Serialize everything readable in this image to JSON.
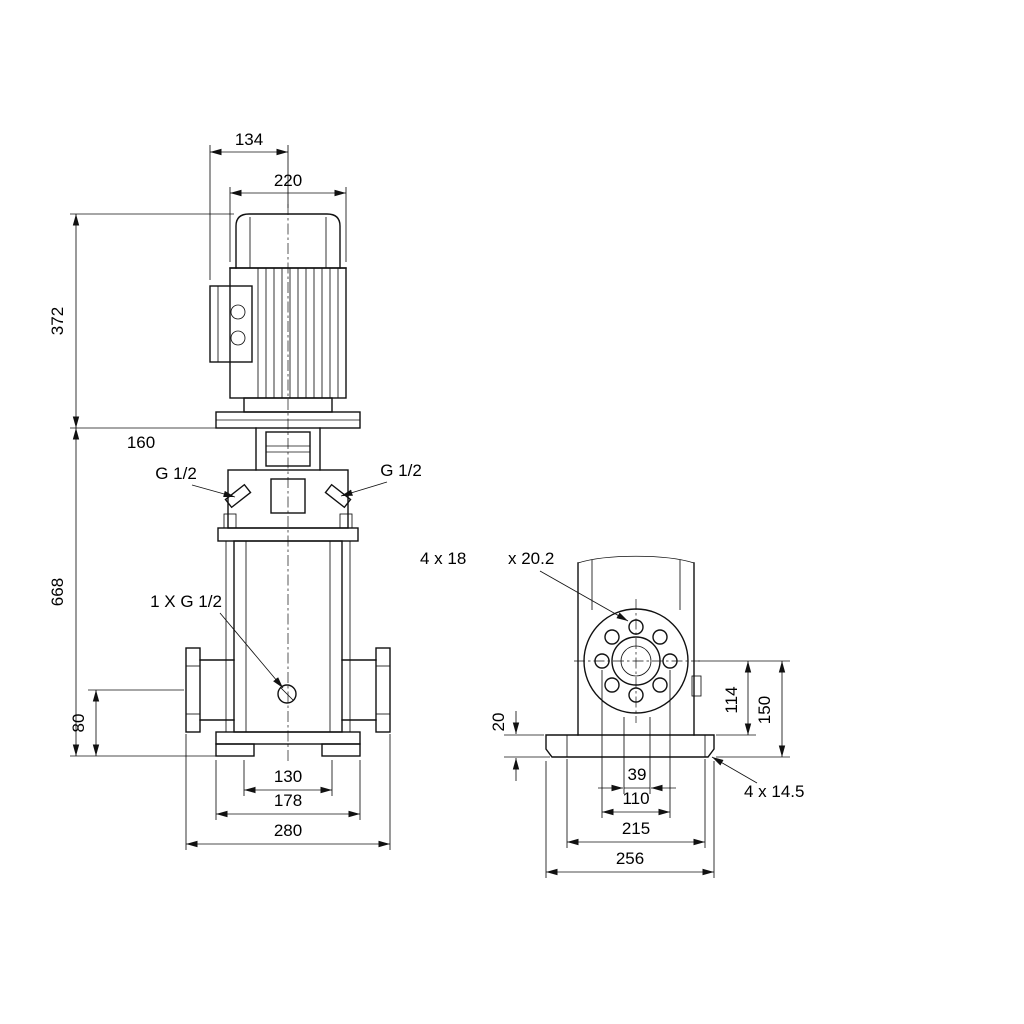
{
  "page": {
    "background": "#ffffff",
    "line_color": "#111111"
  },
  "front_view": {
    "dim_134": "134",
    "dim_220": "220",
    "dim_372": "372",
    "dim_160": "160",
    "dim_668": "668",
    "port_left_label": "G 1/2",
    "port_right_label": "G 1/2",
    "drain_label": "1 X G 1/2",
    "dim_80": "80",
    "dim_130": "130",
    "dim_178": "178",
    "dim_280": "280"
  },
  "side_view": {
    "flange_hole_label_1": "4 x 18",
    "flange_hole_label_2": "x 20.2",
    "dim_20": "20",
    "dim_114": "114",
    "dim_150": "150",
    "dim_39": "39",
    "dim_110": "110",
    "dim_215": "215",
    "dim_256": "256",
    "base_hole_label": "4 x 14.5"
  }
}
